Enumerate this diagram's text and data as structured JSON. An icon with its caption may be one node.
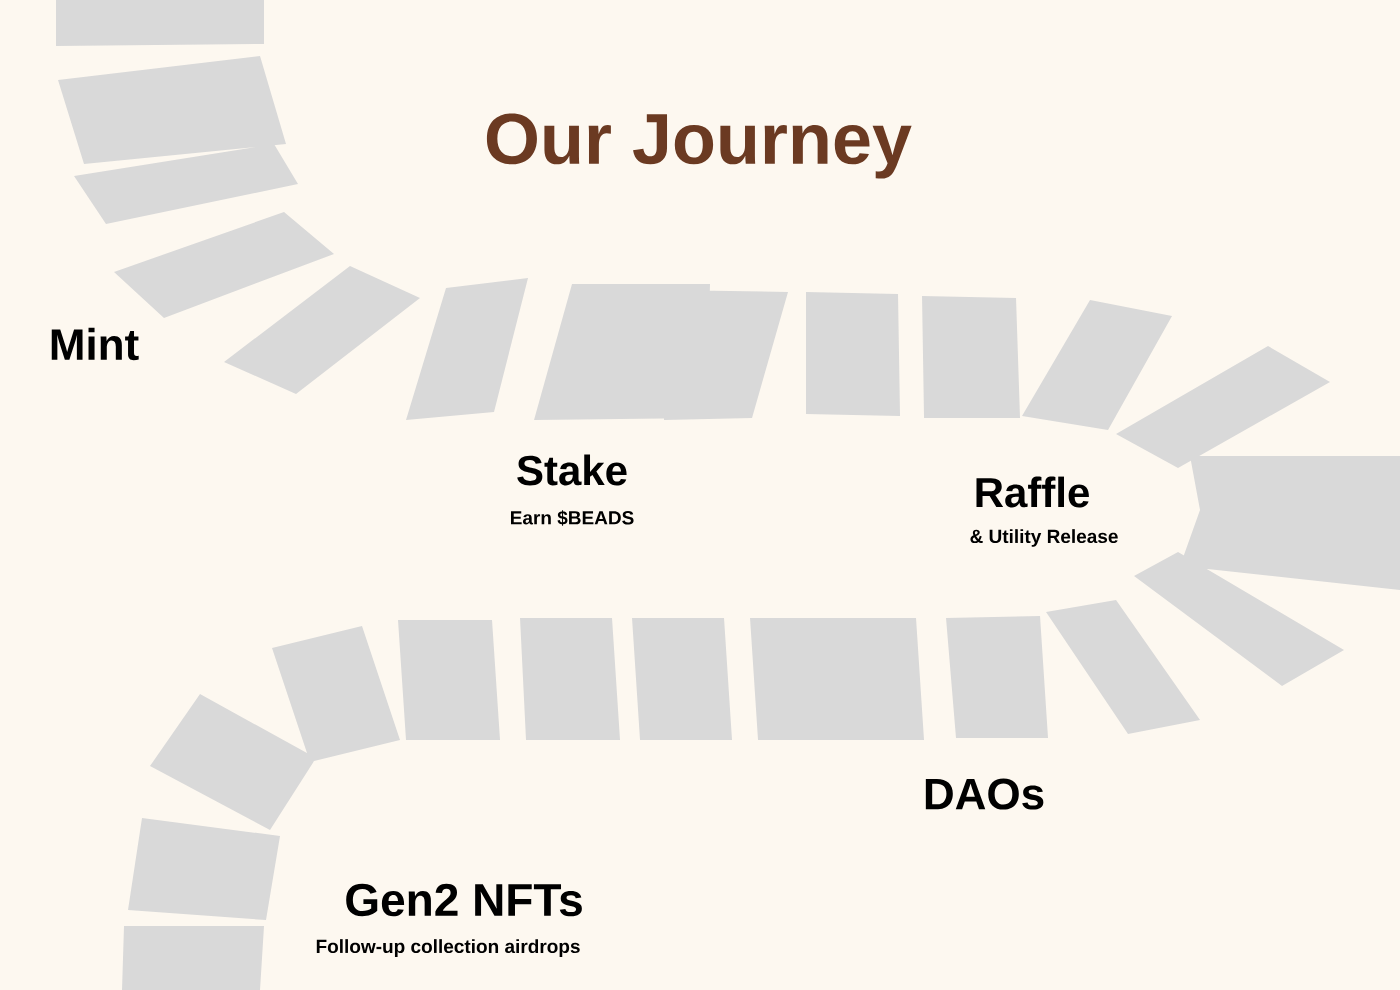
{
  "diagram": {
    "title": "Our Journey",
    "labels": [
      "Mint",
      "Stake",
      "Earn $BEADS",
      "Raffle",
      "& Utility Release",
      "DAOs",
      "Gen2 NFTs",
      "Follow-up collection airdrops"
    ]
  }
}
